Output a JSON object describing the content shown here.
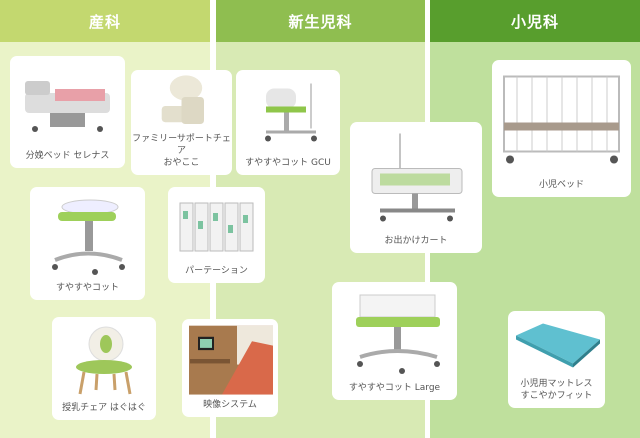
{
  "departments": [
    {
      "label": "産科",
      "color": "#c3d86f"
    },
    {
      "label": "新生児科",
      "color": "#8fbe50"
    },
    {
      "label": "小児科",
      "color": "#589e2d"
    }
  ],
  "products": [
    {
      "label": "分娩ベッド  セレナス",
      "icon": "delivery-bed"
    },
    {
      "label": "ファミリーサポートチェア\nおやここ",
      "icon": "support-chair"
    },
    {
      "label": "すやすやコット  GCU",
      "icon": "cot-gcu"
    },
    {
      "label": "お出かけカート",
      "icon": "cart"
    },
    {
      "label": "小児ベッド",
      "icon": "pediatric-bed"
    },
    {
      "label": "すやすやコット",
      "icon": "cot"
    },
    {
      "label": "パーテーション",
      "icon": "partition"
    },
    {
      "label": "すやすやコット  Large",
      "icon": "cot-large"
    },
    {
      "label": "授乳チェア  はぐはぐ",
      "icon": "nursing-chair"
    },
    {
      "label": "映像システム",
      "icon": "video-system"
    },
    {
      "label": "小児用マットレス\nすこやかフィット",
      "icon": "mattress"
    }
  ]
}
